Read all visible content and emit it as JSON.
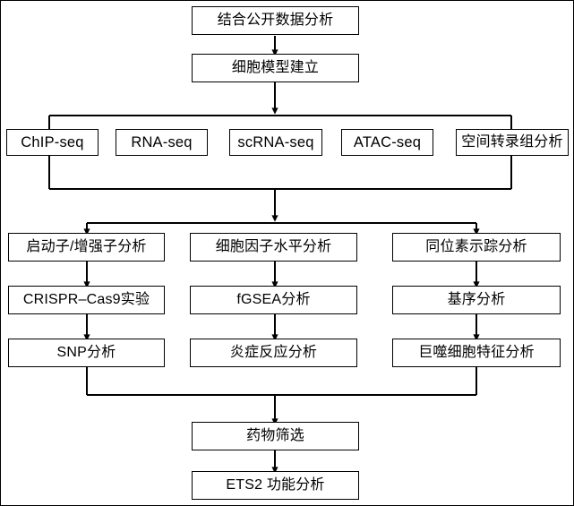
{
  "diagram": {
    "type": "flowchart",
    "title_text": "",
    "orientation": "top-to-bottom",
    "colors": {
      "background": "#ffffff",
      "box_border": "#000000",
      "box_fill": "#ffffff",
      "connector": "#000000",
      "text": "#000000"
    },
    "nodes": {
      "n1": "结合公开数据分析",
      "n2": "细胞模型建立",
      "n3": "ChIP-seq",
      "n4": "RNA-seq",
      "n5": "scRNA-seq",
      "n6": "ATAC-seq",
      "n7": "空间转录组分析",
      "n8": "启动子/增强子分析",
      "n9": "细胞因子水平分析",
      "n10": "同位素示踪分析",
      "n11": "CRISPR–Cas9实验",
      "n12": "fGSEA分析",
      "n13": "基序分析",
      "n14": "SNP分析",
      "n15": "炎症反应分析",
      "n16": "巨噬细胞特征分析",
      "n17": "药物筛选",
      "n18": "ETS2 功能分析"
    },
    "edges": [
      {
        "from": "n1",
        "to": "n2",
        "style": "arrow"
      },
      {
        "from": "n2",
        "to": "bus-assays",
        "style": "arrow"
      },
      {
        "from": "bus-assays",
        "to": "n3",
        "style": "line"
      },
      {
        "from": "bus-assays",
        "to": "n7",
        "style": "line"
      },
      {
        "from": "n3",
        "to": "bus-merge-1",
        "style": "line"
      },
      {
        "from": "n7",
        "to": "bus-merge-1",
        "style": "line"
      },
      {
        "from": "bus-merge-1",
        "to": "bus-analysis",
        "style": "arrow"
      },
      {
        "from": "bus-analysis",
        "to": "n8",
        "style": "arrow"
      },
      {
        "from": "bus-analysis",
        "to": "n9",
        "style": "line"
      },
      {
        "from": "bus-analysis",
        "to": "n10",
        "style": "arrow"
      },
      {
        "from": "n8",
        "to": "n11",
        "style": "arrow"
      },
      {
        "from": "n9",
        "to": "n12",
        "style": "arrow"
      },
      {
        "from": "n10",
        "to": "n13",
        "style": "arrow"
      },
      {
        "from": "n11",
        "to": "n14",
        "style": "arrow"
      },
      {
        "from": "n12",
        "to": "n15",
        "style": "arrow"
      },
      {
        "from": "n13",
        "to": "n16",
        "style": "arrow"
      },
      {
        "from": "n14",
        "to": "bus-merge-2",
        "style": "line"
      },
      {
        "from": "n16",
        "to": "bus-merge-2",
        "style": "line"
      },
      {
        "from": "bus-merge-2",
        "to": "n17",
        "style": "arrow"
      },
      {
        "from": "n17",
        "to": "n18",
        "style": "arrow"
      }
    ]
  }
}
